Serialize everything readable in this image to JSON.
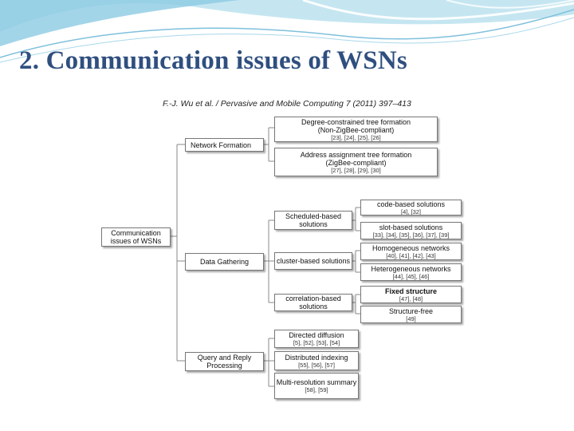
{
  "slide": {
    "title": "2. Communication issues of WSNs",
    "citation": "F.-J. Wu et al. / Pervasive and Mobile Computing 7 (2011) 397–413"
  },
  "colors": {
    "title": "#2f4f7f",
    "banner": "#9fd4e8",
    "node_border": "#777777"
  },
  "diagram": {
    "root": "Communication issues of WSNs",
    "network_formation": {
      "label": "Network Formation",
      "degree": {
        "title": "Degree-constrained tree formation",
        "subtitle": "(Non-ZigBee-compliant)",
        "refs": "[23], [24], [25], [26]"
      },
      "address": {
        "title": "Address assignment tree formation",
        "subtitle": "(ZigBee-compliant)",
        "refs": "[27], [28], [29], [30]"
      }
    },
    "data_gathering": {
      "label": "Data Gathering",
      "scheduled": "Scheduled-based solutions",
      "code": {
        "title": "code-based solutions",
        "refs": "[4], [32]"
      },
      "slot": {
        "title": "slot-based solutions",
        "refs": "[33], [34], [35], [36], [37], [39]"
      },
      "cluster": "cluster-based solutions",
      "homogeneous": {
        "title": "Homogeneous networks",
        "refs": "[40], [41], [42], [43]"
      },
      "heterogeneous": {
        "title": "Heterogeneous networks",
        "refs": "[44], [45], [46]"
      },
      "correlation": "correlation-based solutions",
      "fixed": {
        "title": "Fixed structure",
        "refs": "[47], [48]"
      },
      "free": {
        "title": "Structure-free",
        "refs": "[49]"
      }
    },
    "query": {
      "label": "Query and Reply Processing",
      "directed": {
        "title": "Directed diffusion",
        "refs": "[5], [52], [53], [54]"
      },
      "distributed": {
        "title": "Distributed indexing",
        "refs": "[55], [56], [57]"
      },
      "multires": {
        "title": "Multi-resolution summary",
        "refs": "[58], [59]"
      }
    }
  }
}
